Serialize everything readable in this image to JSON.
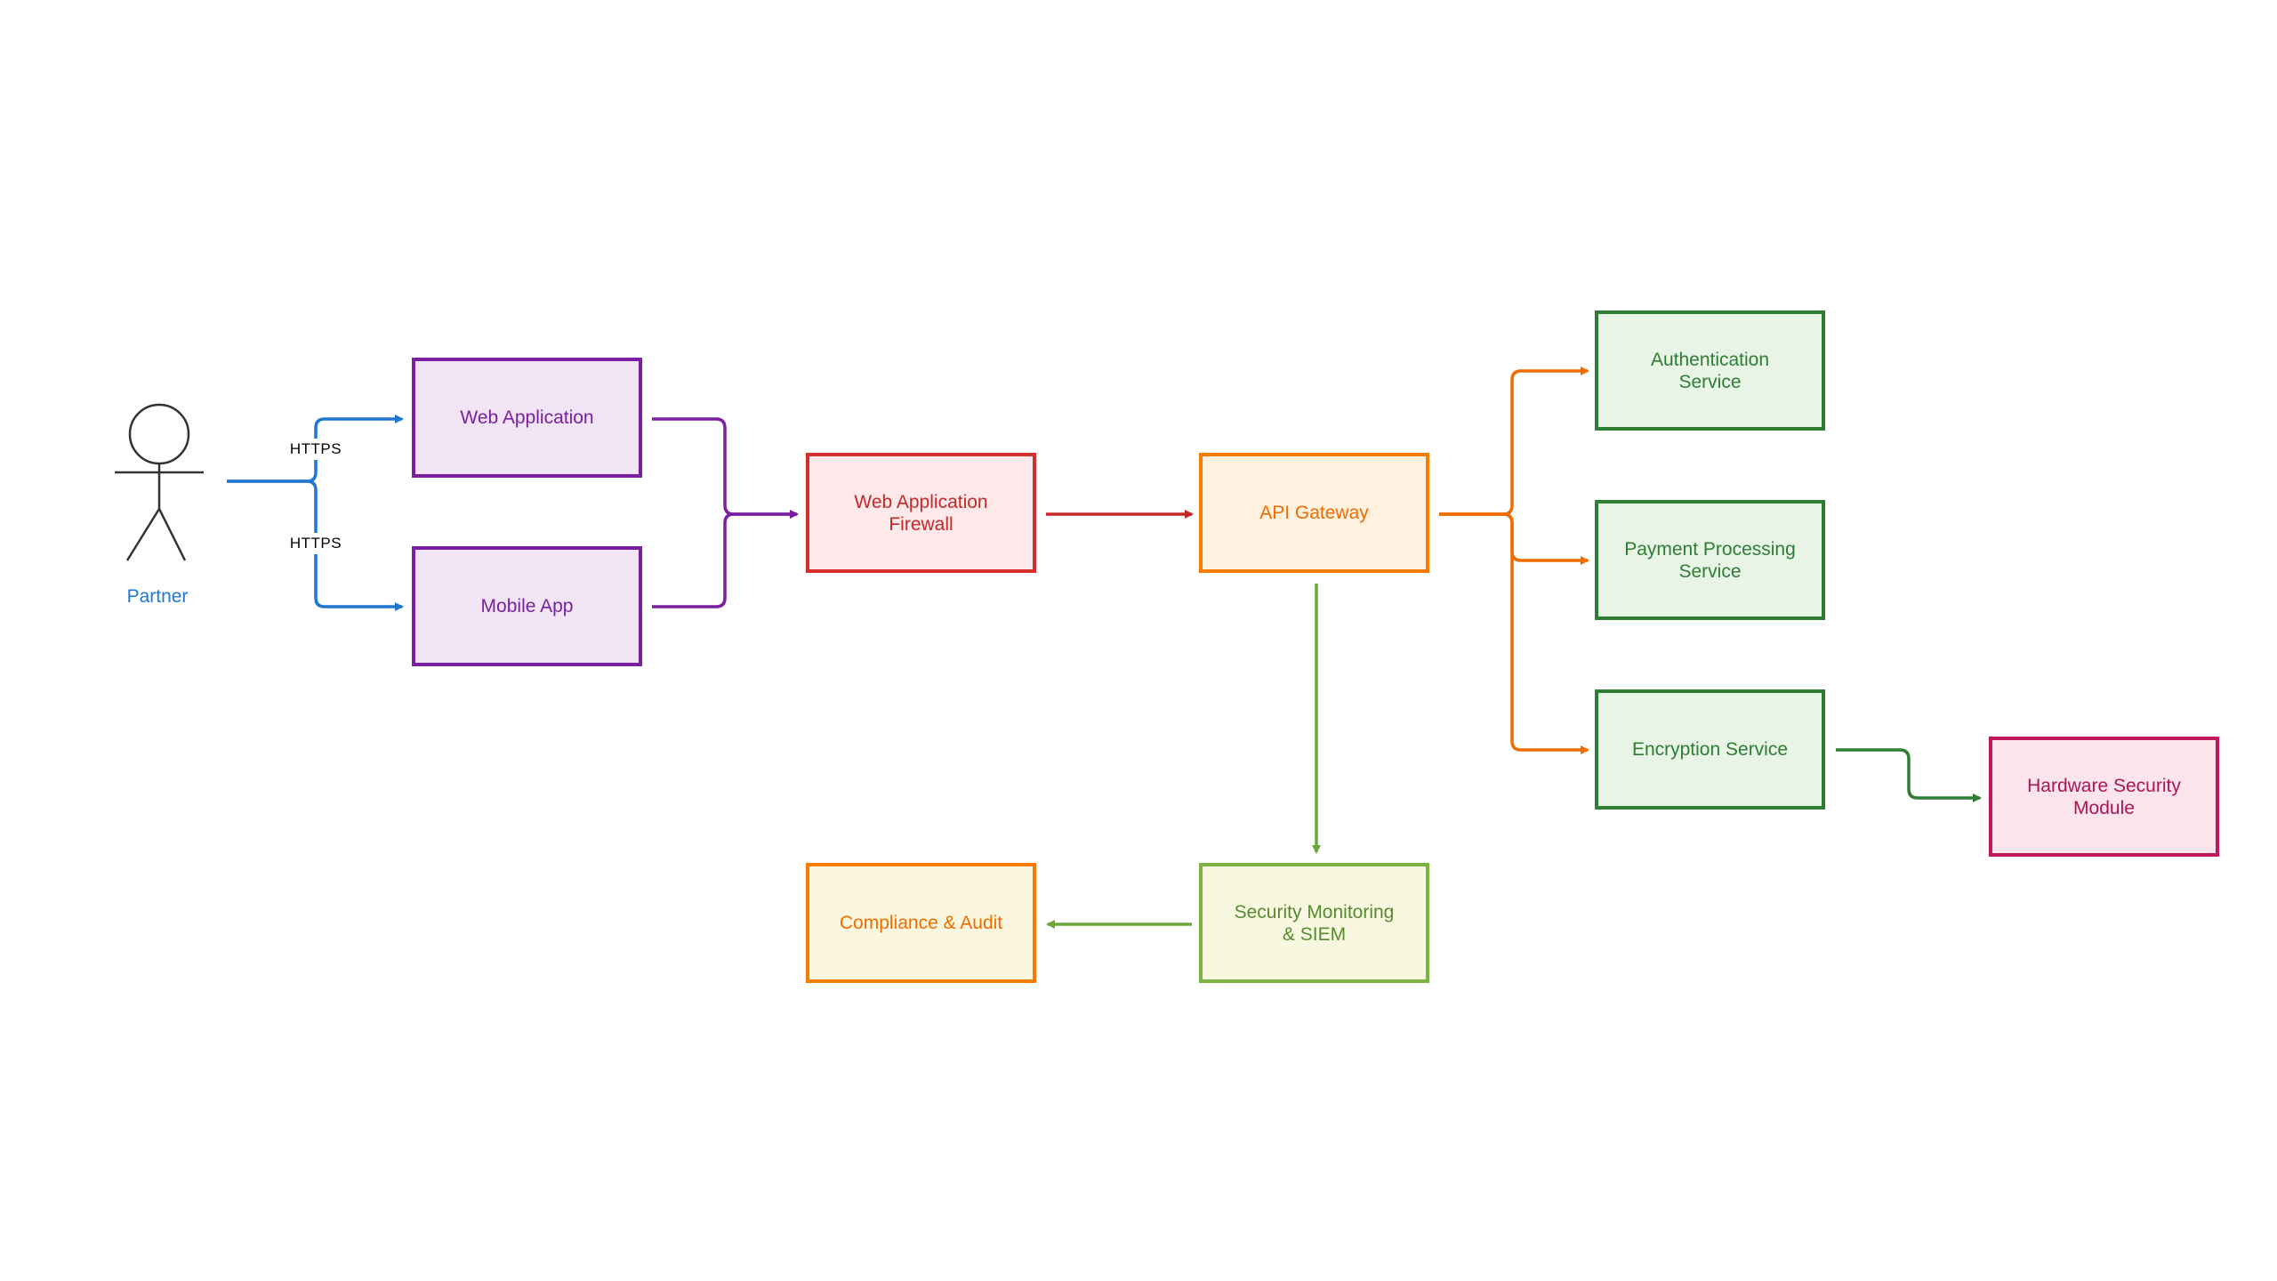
{
  "actor": {
    "label": "Partner",
    "color": "#1f77d0"
  },
  "nodes": {
    "web_application": {
      "label": "Web Application",
      "stroke": "#7b1fa2",
      "fill": "#f1e4f5",
      "text": "#7b1fa2"
    },
    "mobile_app": {
      "label": "Mobile App",
      "stroke": "#7b1fa2",
      "fill": "#f1e4f5",
      "text": "#7b1fa2"
    },
    "waf": {
      "label": "Web Application\nFirewall",
      "stroke": "#d32f2f",
      "fill": "#fde8ea",
      "text": "#c62828"
    },
    "api_gateway": {
      "label": "API Gateway",
      "stroke": "#f57c00",
      "fill": "#fff1e0",
      "text": "#ef6c00"
    },
    "auth_service": {
      "label": "Authentication\nService",
      "stroke": "#2e7d32",
      "fill": "#e8f4e6",
      "text": "#2e7d32"
    },
    "payment_service": {
      "label": "Payment Processing\nService",
      "stroke": "#2e7d32",
      "fill": "#e8f4e6",
      "text": "#2e7d32"
    },
    "encryption_service": {
      "label": "Encryption Service",
      "stroke": "#2e7d32",
      "fill": "#e8f4e6",
      "text": "#2e7d32"
    },
    "hsm": {
      "label": "Hardware Security\nModule",
      "stroke": "#c2185b",
      "fill": "#fce4ec",
      "text": "#ad1457"
    },
    "siem": {
      "label": "Security Monitoring\n& SIEM",
      "stroke": "#7cb342",
      "fill": "#f8f7df",
      "text": "#558b2f"
    },
    "compliance": {
      "label": "Compliance & Audit",
      "stroke": "#f57c00",
      "fill": "#fbf7de",
      "text": "#ef6c00"
    }
  },
  "edges": {
    "https_web": "HTTPS",
    "https_mobile": "HTTPS"
  },
  "colors": {
    "blue_edge": "#1f77d0",
    "purple_edge": "#7b1fa2",
    "red_edge": "#c62828",
    "orange_edge": "#ef6c00",
    "lightgreen_edge": "#6aa83a",
    "darkgreen_edge": "#2e7d32"
  }
}
